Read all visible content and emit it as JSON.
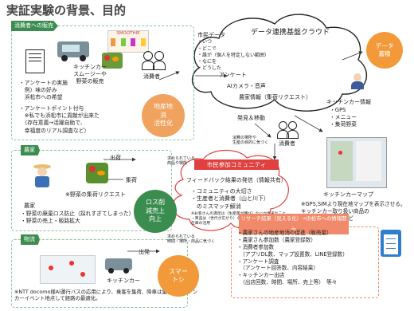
{
  "title": "実証実験の背景、目的",
  "panels": {
    "consumer": {
      "tag": "消費者への販売",
      "sign": "SMOOTHIE",
      "truck_label": "キッチンカー\nスムージーや\n野菜の販売",
      "consumer_label": "消費者",
      "bullets": [
        "・アンケートの実施",
        "　例）味の好み",
        "　浜松市への希望"
      ],
      "points": [
        "・アンケートポイント付与",
        "　※私でも浜松市に貢献が出来た",
        "　（存在意義→活躍自助で、",
        "　幸福度のリアル調査など）"
      ]
    },
    "farmer": {
      "tag": "農家",
      "ship": "出荷",
      "collect": "集荷",
      "request": "※野菜の集荷リクエスト",
      "farmer_label": "農家",
      "bullets": [
        "・野菜の廃棄ロス防止（採れすぎてしまった）",
        "・野菜の売上・販路拡大"
      ]
    },
    "logistics": {
      "tag": "物流",
      "ship": "出発",
      "truck_label": "キッチンカー",
      "note": "※NTT docomo様AI運行バスの応用により、乗客を集荷、降車は集荷とキッチンカーイベント地点して経路の最適化。"
    }
  },
  "circles": {
    "local": "地産地\n消\n活性化",
    "loss": "ロス削\n減売上\n向上",
    "smart": "スマー\nトシ"
  },
  "cloud": {
    "title": "データ連携基盤クラウド",
    "citizen_data": [
      "市民データ",
      "・いつ",
      "・どこで",
      "・誰が（個人を特定しない範囲）",
      "・なにを",
      "・どうした"
    ],
    "survey": "アンケート",
    "ai": "AIカメラ・音声",
    "farm_info": "農家情報（集荷リクエスト）",
    "data_store": "データ\n蓄積"
  },
  "kitchen_info": {
    "title": "キッチンカー情報",
    "items": [
      "・GPS",
      "・メニュー",
      "・集荷野菜"
    ]
  },
  "delivery": "発見＆移動",
  "consumer2": "消費者",
  "map_label": "キッチンカーマップ",
  "map_note": [
    "※GPS,SIMより現在地マップを表示させる。",
    "キッチンカー取り扱い商品の",
    "メニュー表示機能など"
  ],
  "community": {
    "title": "市民参加コミュニティ",
    "header": "フィードバック結果の発信（情報共有）",
    "items": [
      "・コミュニティの大切さ",
      "・生産者と消費者（山と川下）",
      "　のミスマッチ解消"
    ],
    "note": "※お客さんの満足は（生産量が伸び）なにか出来たこと\n・商品は（世代が広がり）なにかに使った技術\n在庫の活用"
  },
  "arrow_notes": {
    "consumer_visit": "消費の場所や\n生産の目的に気づく",
    "cloud_request": "求められている\n商品や場所",
    "farmer_request": "求められている\n商品や場所",
    "logistics_request": "求められている\n時間・場所・商品に気づく"
  },
  "results": {
    "header": "リサーチ結果（見える化）→浜松市への情報開示",
    "items": [
      "・農家さんの地産地消の促進（販売量）",
      "・農家さん参加数（農家登録数）",
      "・消費者参加数",
      "　（アプリDL数、マップ設置数、LINE登録数）",
      "・アンケート調査",
      "　（アンケート回答数、内容結果）",
      "・キッチンカー出店",
      "　（出店回数、時間、場所、売上等）　等々"
    ]
  },
  "colors": {
    "green": "#3a8d4f",
    "orange_circle": "#f0a35e",
    "red_banner": "#e04040",
    "salmon_bar": "#f08a6a",
    "data_orange": "#f29a3a",
    "title_gray": "#444444"
  }
}
